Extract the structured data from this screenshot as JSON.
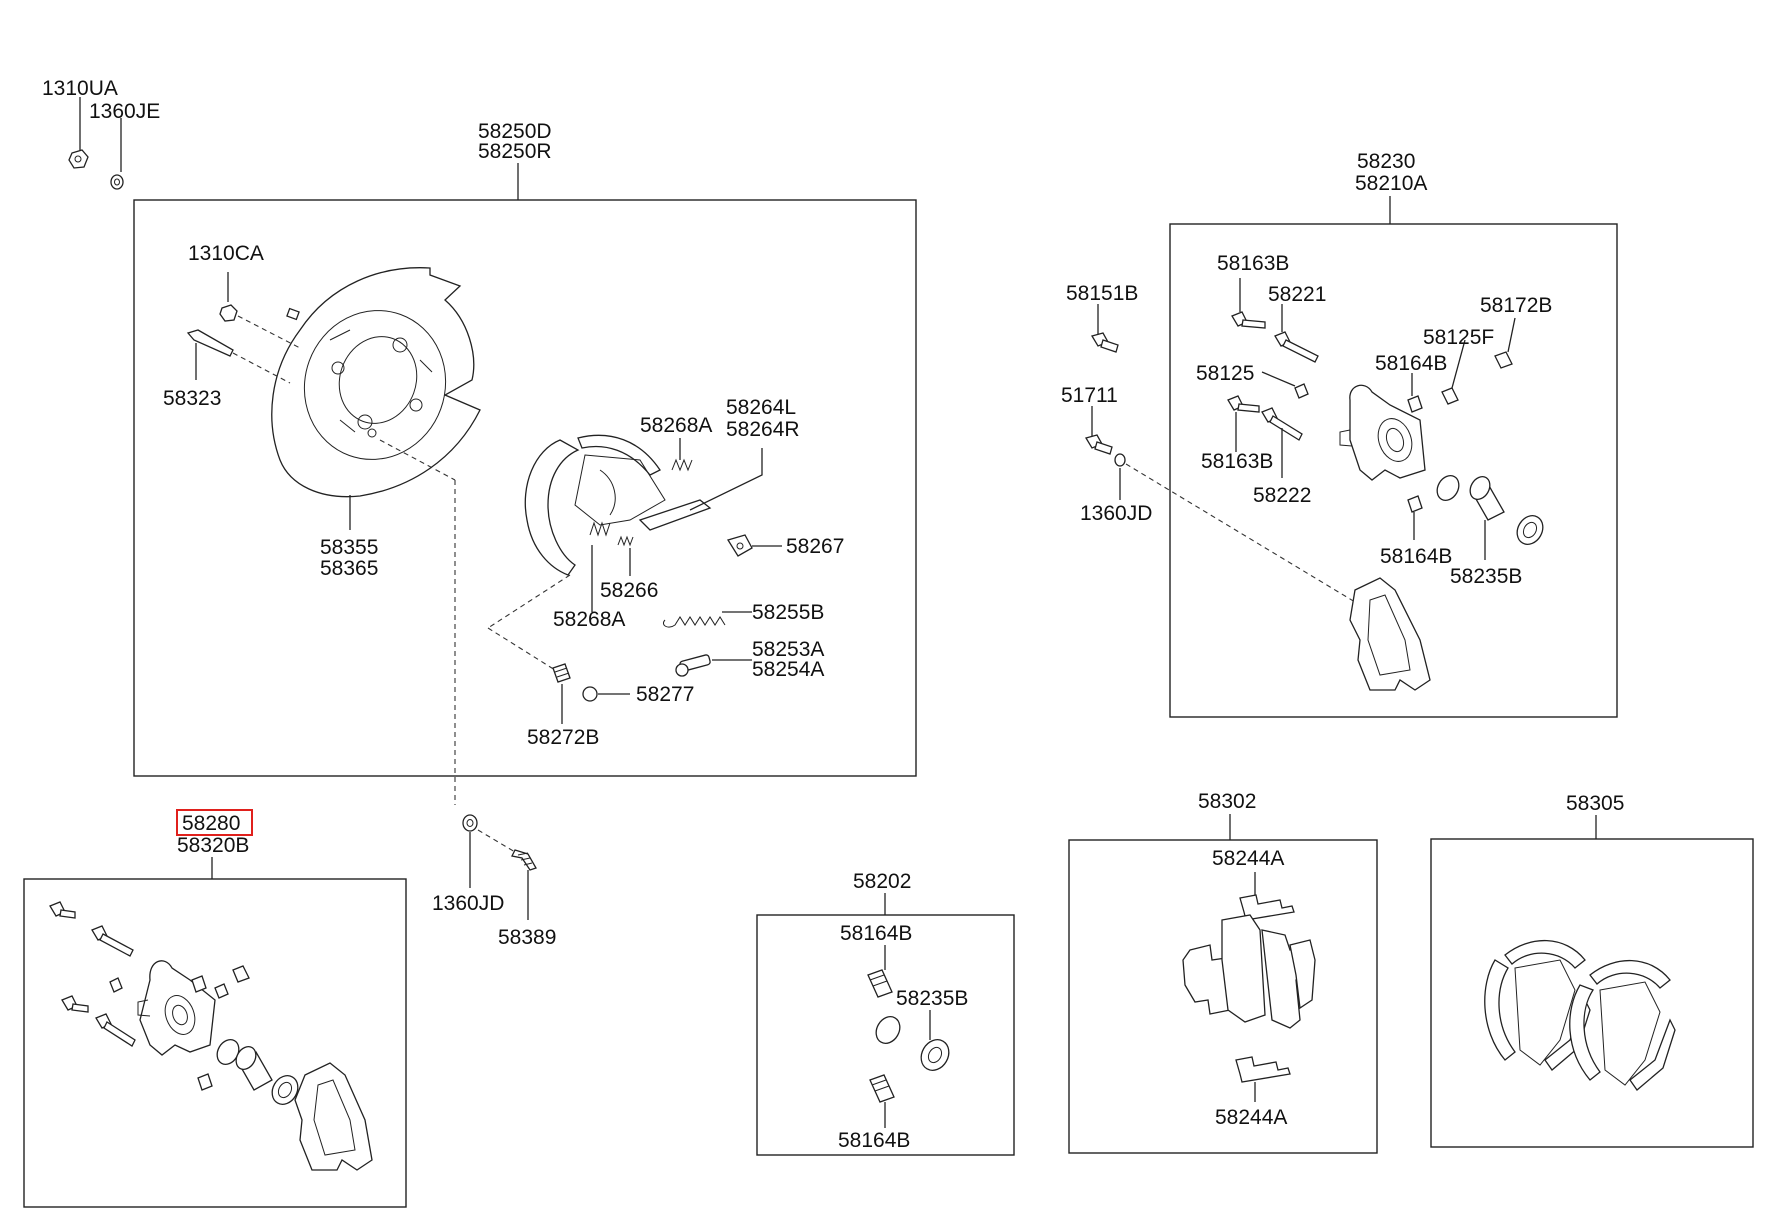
{
  "labels": {
    "l_1310UA": "1310UA",
    "l_1360JE": "1360JE",
    "l_58250D": "58250D",
    "l_58250R": "58250R",
    "l_1310CA": "1310CA",
    "l_58323": "58323",
    "l_58355": "58355",
    "l_58365": "58365",
    "l_58268A_top": "58268A",
    "l_58264L": "58264L",
    "l_58264R": "58264R",
    "l_58267": "58267",
    "l_58266": "58266",
    "l_58268A_bottom": "58268A",
    "l_58255B": "58255B",
    "l_58253A": "58253A",
    "l_58254A": "58254A",
    "l_58277": "58277",
    "l_58272B": "58272B",
    "l_58230": "58230",
    "l_58210A": "58210A",
    "l_58151B": "58151B",
    "l_51711": "51711",
    "l_1360JD_right": "1360JD",
    "l_58163B_top": "58163B",
    "l_58221": "58221",
    "l_58172B": "58172B",
    "l_58125F": "58125F",
    "l_58125": "58125",
    "l_58164B_right_top": "58164B",
    "l_58163B_bottom": "58163B",
    "l_58222": "58222",
    "l_58164B_right_bottom": "58164B",
    "l_58235B_right": "58235B",
    "l_58280": "58280",
    "l_58320B": "58320B",
    "l_1360JD_mid": "1360JD",
    "l_58389": "58389",
    "l_58202": "58202",
    "l_58164B_kit_top": "58164B",
    "l_58235B_kit": "58235B",
    "l_58164B_kit_bottom": "58164B",
    "l_58302": "58302",
    "l_58244A_top": "58244A",
    "l_58244A_bottom": "58244A",
    "l_58305": "58305"
  },
  "highlighted_part": "58280",
  "colors": {
    "line": "#222222",
    "highlight": "#e0201c",
    "background": "#ffffff"
  }
}
